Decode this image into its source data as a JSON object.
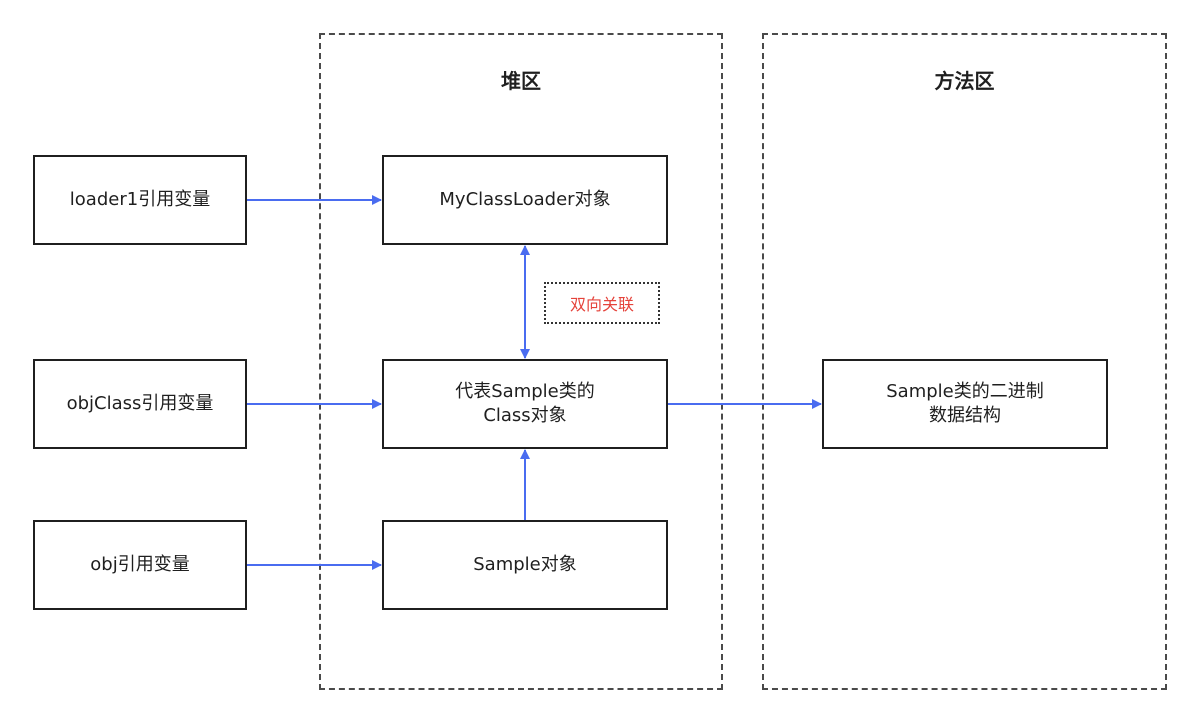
{
  "regions": {
    "heap": {
      "title": "堆区"
    },
    "method_area": {
      "title": "方法区"
    }
  },
  "references": {
    "loader1": "loader1引用变量",
    "objClass": "objClass引用变量",
    "obj": "obj引用变量"
  },
  "heap_objects": {
    "classloader": "MyClassLoader对象",
    "class_object_line1": "代表Sample类的",
    "class_object_line2": "Class对象",
    "sample_object": "Sample对象"
  },
  "method_area_items": {
    "binary_line1": "Sample类的二进制",
    "binary_line2": "数据结构"
  },
  "annotations": {
    "bidirectional": "双向关联"
  },
  "colors": {
    "arrow": "#4a6cf0",
    "annotation_text": "#e5433b",
    "border": "#1f1f1f",
    "region_border": "#4a4a4a"
  }
}
